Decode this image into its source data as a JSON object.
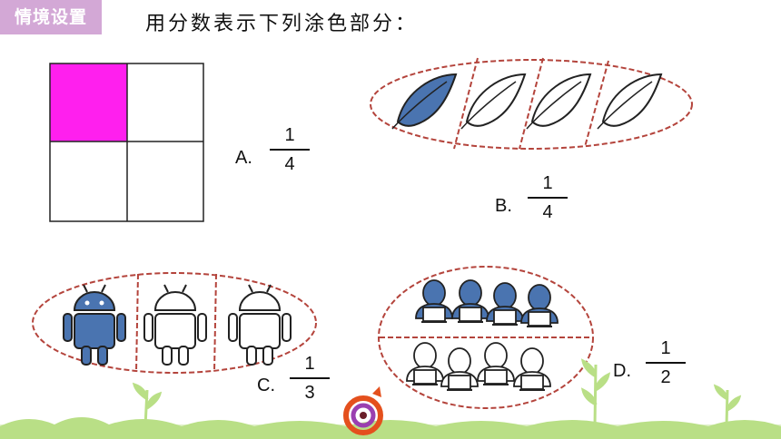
{
  "header": {
    "tag": "情境设置",
    "instruction": "用分数表示下列涂色部分："
  },
  "options": [
    {
      "label": "A.",
      "numerator": "1",
      "denominator": "4"
    },
    {
      "label": "B.",
      "numerator": "1",
      "denominator": "4"
    },
    {
      "label": "C.",
      "numerator": "1",
      "denominator": "3"
    },
    {
      "label": "D.",
      "numerator": "1",
      "denominator": "2"
    }
  ],
  "colors": {
    "tag": "#d3a8d6",
    "shaded_square": "#ff1fee",
    "blue_fill": "#4a74b0",
    "ellipse_dash": "#b4443c",
    "grass": "#b9df86"
  }
}
